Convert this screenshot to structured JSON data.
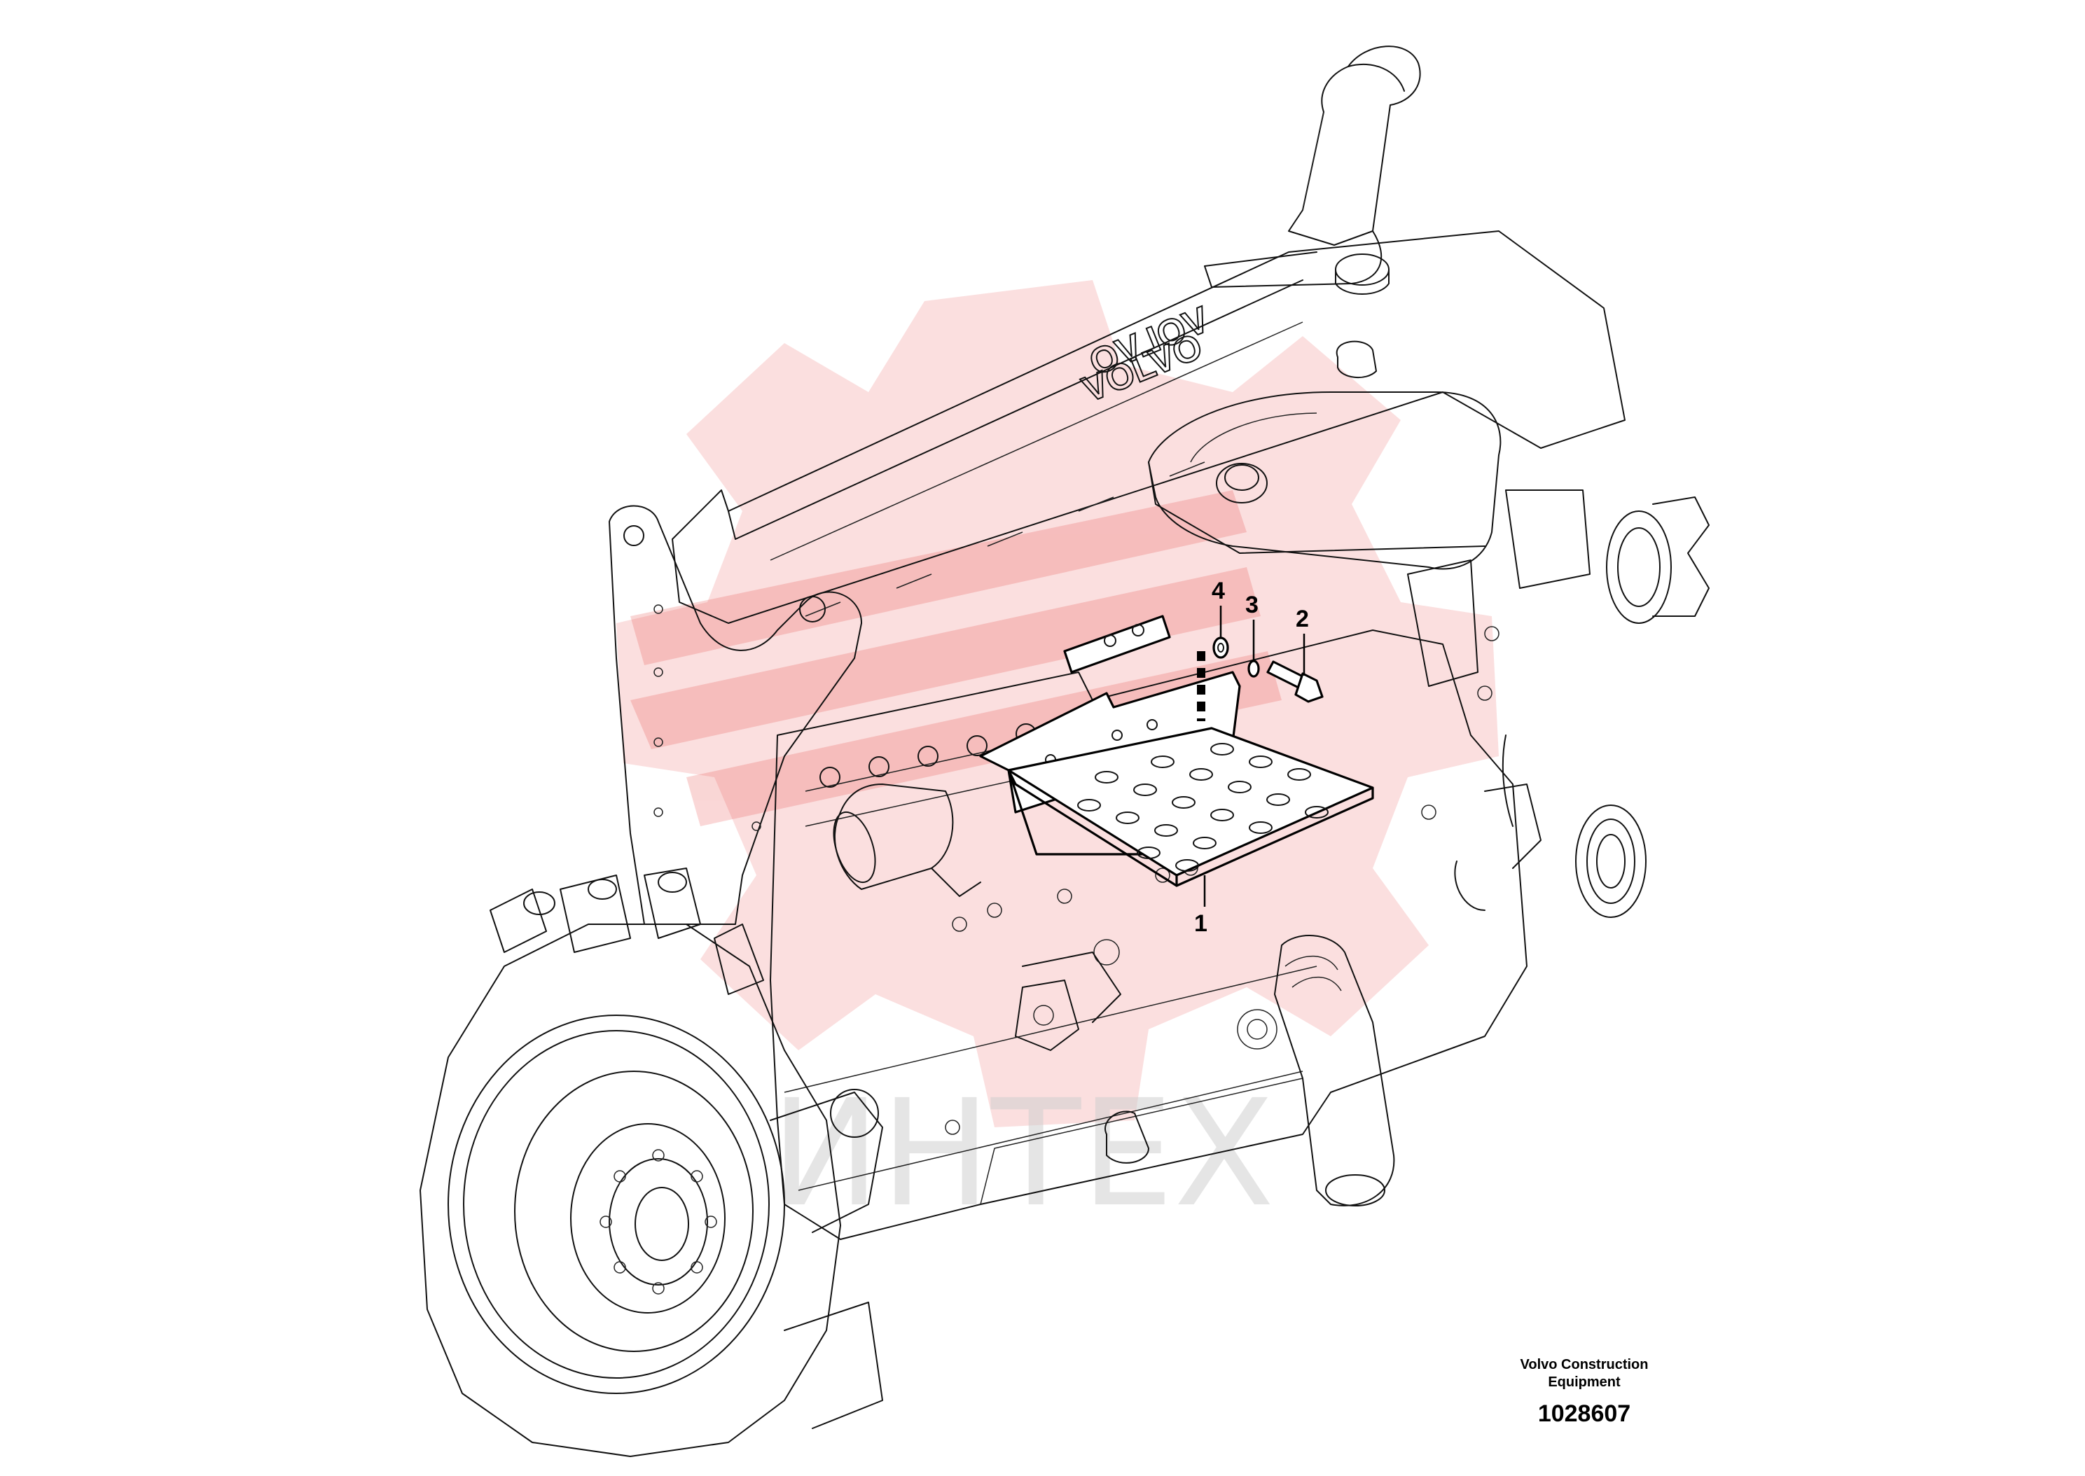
{
  "diagram": {
    "callouts": [
      {
        "id": "4",
        "label": "4"
      },
      {
        "id": "3",
        "label": "3"
      },
      {
        "id": "2",
        "label": "2"
      },
      {
        "id": "1",
        "label": "1"
      }
    ],
    "engine_valve_cover_text": "VOLVO",
    "engine_rocker_cover_text": "VOLVO"
  },
  "footer": {
    "brand_line_1": "Volvo Construction",
    "brand_line_2": "Equipment",
    "figure_number": "1028607"
  },
  "watermark": {
    "text": "ИНТЕХ",
    "color": "#e53935"
  }
}
